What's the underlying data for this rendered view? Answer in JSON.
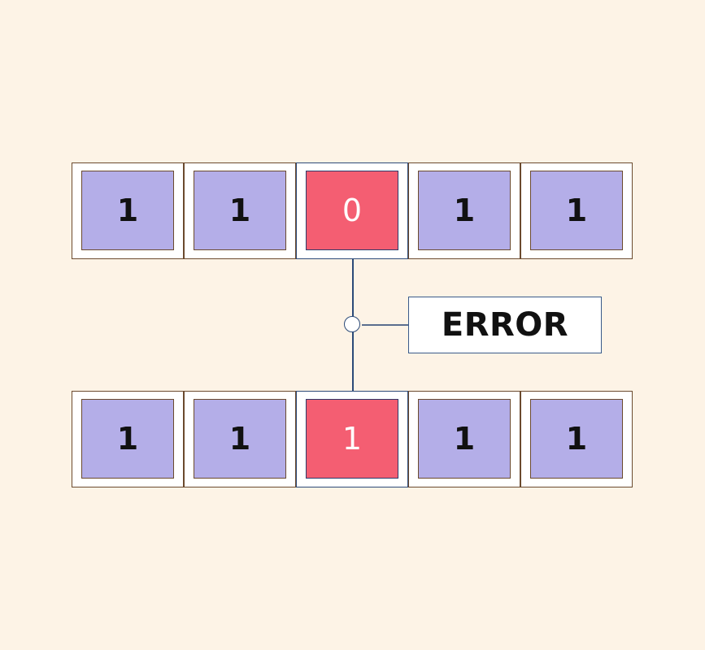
{
  "diagram": {
    "title": "",
    "sent_bits": {
      "label": "",
      "bits": [
        "1",
        "1",
        "0",
        "1",
        "1"
      ]
    },
    "received_bits": {
      "label": "",
      "bits": [
        "1",
        "1",
        "1",
        "1",
        "1"
      ]
    },
    "error_index": 2,
    "error_label": "ERROR",
    "colors": {
      "background": "#fdf3e6",
      "bit_normal": "#b4aee8",
      "bit_error": "#f45e72",
      "connector": "#2c4a78",
      "cell_border": "#6b4a2e"
    }
  }
}
